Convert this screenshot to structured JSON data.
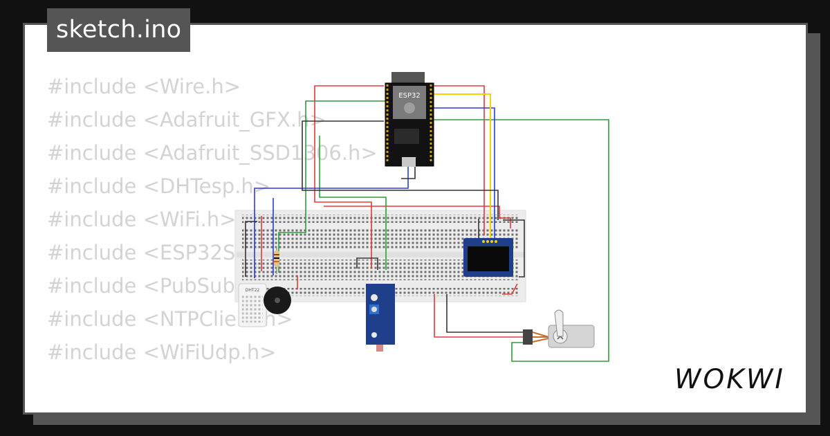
{
  "file_tab": {
    "label": "sketch.ino"
  },
  "code_lines": [
    "#include <Wire.h>",
    "#include <Adafruit_GFX.h>",
    "#include <Adafruit_SSD1306.h>",
    "#include <DHTesp.h>",
    "#include <WiFi.h>",
    "#include <ESP32Se",
    "#include <PubSub",
    "#include <NTPClient.h>",
    "#include <WiFiUdp.h>"
  ],
  "esp32_label": "ESP32",
  "dht_label": "DHT22",
  "brand": "WOKWI",
  "colors": {
    "background": "#111111",
    "frame": "#555555",
    "code_text": "#d3d3d3",
    "wire_red": "#e53935",
    "wire_green": "#2e9c3a",
    "wire_blue": "#2a3bd6",
    "wire_black": "#333333",
    "wire_yellow": "#f5d300"
  }
}
